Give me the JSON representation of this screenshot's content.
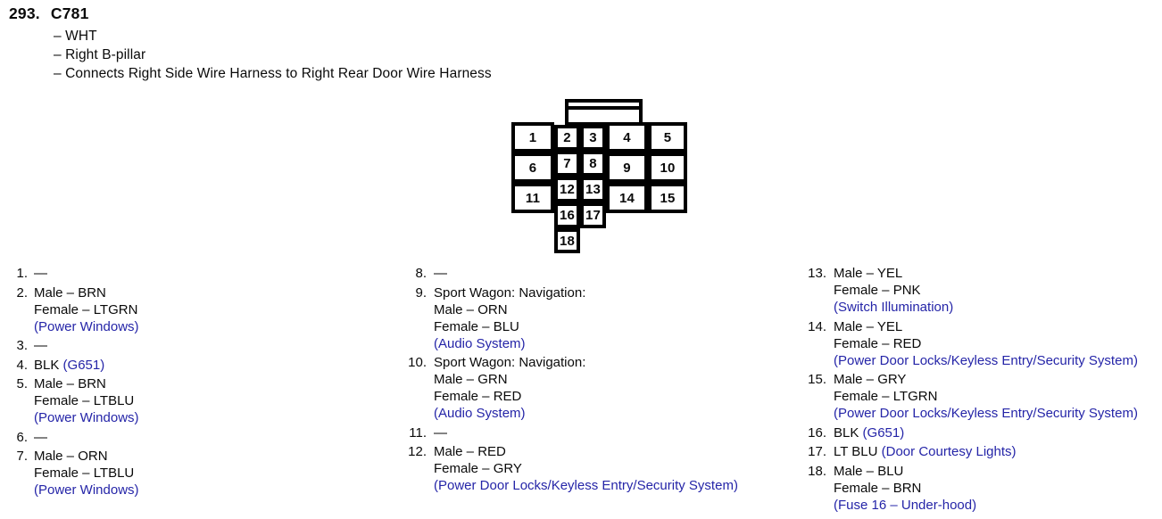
{
  "colors": {
    "text_black": "#0a0a0a",
    "system_blue": "#2525a8",
    "line_black": "#000000",
    "background": "#ffffff"
  },
  "header": {
    "index": "293.",
    "id": "C781",
    "notes": [
      "– WHT",
      "– Right B-pillar",
      "– Connects Right Side Wire Harness to Right Rear Door Wire Harness"
    ]
  },
  "connector": {
    "pins": [
      "1",
      "2",
      "3",
      "4",
      "5",
      "6",
      "7",
      "8",
      "9",
      "10",
      "11",
      "12",
      "13",
      "14",
      "15",
      "16",
      "17",
      "18"
    ]
  },
  "pin_list": {
    "columns": [
      {
        "items": [
          {
            "num": "1.",
            "lines": [
              [
                {
                  "t": "—"
                }
              ]
            ]
          },
          {
            "num": "2.",
            "lines": [
              [
                {
                  "t": "Male – BRN"
                }
              ],
              [
                {
                  "t": "Female – LTGRN"
                }
              ],
              [
                {
                  "t": "(Power Windows)",
                  "blue": true
                }
              ]
            ]
          },
          {
            "num": "3.",
            "lines": [
              [
                {
                  "t": "—"
                }
              ]
            ]
          },
          {
            "num": "4.",
            "lines": [
              [
                {
                  "t": "BLK "
                },
                {
                  "t": "(G651)",
                  "blue": true
                }
              ]
            ]
          },
          {
            "num": "5.",
            "lines": [
              [
                {
                  "t": "Male – BRN"
                }
              ],
              [
                {
                  "t": "Female – LTBLU"
                }
              ],
              [
                {
                  "t": "(Power Windows)",
                  "blue": true
                }
              ]
            ]
          },
          {
            "num": "6.",
            "lines": [
              [
                {
                  "t": "—"
                }
              ]
            ]
          },
          {
            "num": "7.",
            "lines": [
              [
                {
                  "t": "Male – ORN"
                }
              ],
              [
                {
                  "t": "Female – LTBLU"
                }
              ],
              [
                {
                  "t": "(Power Windows)",
                  "blue": true
                }
              ]
            ]
          }
        ]
      },
      {
        "items": [
          {
            "num": "8.",
            "lines": [
              [
                {
                  "t": "—"
                }
              ]
            ]
          },
          {
            "num": "9.",
            "lines": [
              [
                {
                  "t": "Sport Wagon: Navigation:"
                }
              ],
              [
                {
                  "t": "Male – ORN"
                }
              ],
              [
                {
                  "t": "Female – BLU"
                }
              ],
              [
                {
                  "t": "(Audio System)",
                  "blue": true
                }
              ]
            ]
          },
          {
            "num": "10.",
            "lines": [
              [
                {
                  "t": "Sport Wagon: Navigation:"
                }
              ],
              [
                {
                  "t": "Male – GRN"
                }
              ],
              [
                {
                  "t": "Female – RED"
                }
              ],
              [
                {
                  "t": "(Audio System)",
                  "blue": true
                }
              ]
            ]
          },
          {
            "num": "11.",
            "lines": [
              [
                {
                  "t": "—"
                }
              ]
            ]
          },
          {
            "num": "12.",
            "lines": [
              [
                {
                  "t": "Male – RED"
                }
              ],
              [
                {
                  "t": "Female – GRY"
                }
              ],
              [
                {
                  "t": "(Power Door Locks/Keyless Entry/Security System)",
                  "blue": true
                }
              ]
            ]
          }
        ]
      },
      {
        "items": [
          {
            "num": "13.",
            "lines": [
              [
                {
                  "t": "Male – YEL"
                }
              ],
              [
                {
                  "t": "Female – PNK"
                }
              ],
              [
                {
                  "t": "(Switch Illumination)",
                  "blue": true
                }
              ]
            ]
          },
          {
            "num": "14.",
            "lines": [
              [
                {
                  "t": "Male – YEL"
                }
              ],
              [
                {
                  "t": "Female – RED"
                }
              ],
              [
                {
                  "t": "(Power Door Locks/Keyless Entry/Security System)",
                  "blue": true
                }
              ]
            ]
          },
          {
            "num": "15.",
            "lines": [
              [
                {
                  "t": "Male – GRY"
                }
              ],
              [
                {
                  "t": "Female – LTGRN"
                }
              ],
              [
                {
                  "t": "(Power Door Locks/Keyless Entry/Security System)",
                  "blue": true
                }
              ]
            ]
          },
          {
            "num": "16.",
            "lines": [
              [
                {
                  "t": "BLK "
                },
                {
                  "t": "(G651)",
                  "blue": true
                }
              ]
            ]
          },
          {
            "num": "17.",
            "lines": [
              [
                {
                  "t": "LT BLU "
                },
                {
                  "t": "(Door Courtesy Lights)",
                  "blue": true
                }
              ]
            ]
          },
          {
            "num": "18.",
            "lines": [
              [
                {
                  "t": "Male – BLU"
                }
              ],
              [
                {
                  "t": "Female – BRN"
                }
              ],
              [
                {
                  "t": "(Fuse 16 – Under-hood)",
                  "blue": true
                }
              ]
            ]
          }
        ]
      }
    ]
  }
}
